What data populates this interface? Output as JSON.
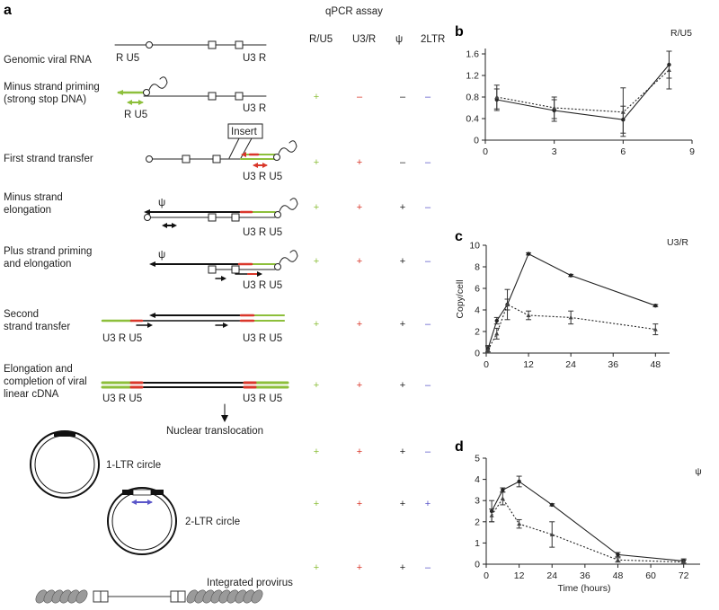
{
  "panel_a": {
    "label": "a",
    "header": "qPCR assay",
    "assay_columns": [
      {
        "label": "R/U5",
        "color": "#8dbf3b"
      },
      {
        "label": "U3/R",
        "color": "#d9372a"
      },
      {
        "label": "ψ",
        "color": "#222222"
      },
      {
        "label": "2LTR",
        "color": "#5a56c9"
      }
    ],
    "steps": [
      {
        "label_lines": [
          "Genomic viral RNA"
        ],
        "marks": [
          "",
          "",
          "",
          ""
        ]
      },
      {
        "label_lines": [
          "Minus strand priming",
          "(strong stop DNA)"
        ],
        "marks": [
          "+",
          "–",
          "–",
          "–"
        ]
      },
      {
        "label_lines": [
          "First strand transfer"
        ],
        "marks": [
          "+",
          "+",
          "–",
          "–"
        ]
      },
      {
        "label_lines": [
          "Minus strand",
          "elongation"
        ],
        "marks": [
          "+",
          "+",
          "+",
          "–"
        ]
      },
      {
        "label_lines": [
          "Plus strand priming",
          "and elongation"
        ],
        "marks": [
          "+",
          "+",
          "+",
          "–"
        ]
      },
      {
        "label_lines": [
          "Second",
          "strand transfer"
        ],
        "marks": [
          "+",
          "+",
          "+",
          "–"
        ]
      },
      {
        "label_lines": [
          "Elongation and",
          "completion of viral",
          "linear cDNA"
        ],
        "marks": [
          "+",
          "+",
          "+",
          "–"
        ]
      },
      {
        "label_lines": [],
        "marks": [
          "+",
          "+",
          "+",
          "–"
        ]
      },
      {
        "label_lines": [],
        "marks": [
          "+",
          "+",
          "+",
          "+"
        ]
      },
      {
        "label_lines": [],
        "marks": [
          "+",
          "+",
          "+",
          "–"
        ]
      }
    ],
    "diagram_text": {
      "r_u5": "R  U5",
      "u3_r": "U3 R",
      "u3_r_u5": "U3 R U5",
      "insert": "Insert",
      "psi": "ψ",
      "nuclear_translocation": "Nuclear translocation",
      "one_ltr_circle": "1-LTR circle",
      "two_ltr_circle": "2-LTR circle",
      "integrated_provirus": "Integrated provirus"
    }
  },
  "chart_data": [
    {
      "panel": "b",
      "type": "line",
      "title": "R/U5",
      "xlabel": "",
      "ylabel": "",
      "xlim": [
        0,
        9
      ],
      "ylim": [
        0,
        1.7
      ],
      "xticks": [
        0,
        3,
        6,
        9
      ],
      "yticks": [
        0,
        0.4,
        0.8,
        1.2,
        1.6
      ],
      "series": [
        {
          "style": "solid",
          "x": [
            0.5,
            3,
            6,
            8
          ],
          "y": [
            0.75,
            0.55,
            0.38,
            1.4
          ],
          "err": [
            0.2,
            0.2,
            0.25,
            0.25
          ]
        },
        {
          "style": "dotted",
          "x": [
            0.5,
            3,
            6,
            8
          ],
          "y": [
            0.8,
            0.6,
            0.52,
            1.3
          ],
          "err": [
            0.22,
            0.2,
            0.45,
            0.35
          ]
        }
      ]
    },
    {
      "panel": "c",
      "type": "line",
      "title": "U3/R",
      "xlabel": "",
      "ylabel": "Copy/cell",
      "xlim": [
        0,
        52
      ],
      "ylim": [
        0,
        10
      ],
      "xticks": [
        0,
        12,
        24,
        36,
        48
      ],
      "yticks": [
        0,
        2,
        4,
        6,
        8,
        10
      ],
      "series": [
        {
          "style": "solid",
          "x": [
            0.5,
            3,
            6,
            12,
            24,
            48
          ],
          "y": [
            0.4,
            3.0,
            4.5,
            9.2,
            7.2,
            4.4
          ],
          "err": [
            0.3,
            0.3,
            0.5,
            0.1,
            0.1,
            0.1
          ]
        },
        {
          "style": "dotted",
          "x": [
            0.5,
            3,
            6,
            12,
            24,
            48
          ],
          "y": [
            0.3,
            1.8,
            4.5,
            3.5,
            3.3,
            2.2
          ],
          "err": [
            0.3,
            0.5,
            1.4,
            0.4,
            0.6,
            0.5
          ]
        }
      ]
    },
    {
      "panel": "d",
      "type": "line",
      "title": "ψ",
      "xlabel": "Time (hours)",
      "ylabel": "",
      "xlim": [
        0,
        78
      ],
      "ylim": [
        0,
        5
      ],
      "xticks": [
        0,
        12,
        24,
        36,
        48,
        60,
        72
      ],
      "yticks": [
        0,
        1,
        2,
        3,
        4,
        5
      ],
      "series": [
        {
          "style": "solid",
          "x": [
            2,
            6,
            12,
            24,
            48,
            72
          ],
          "y": [
            2.5,
            3.5,
            3.9,
            2.8,
            0.45,
            0.15
          ],
          "err": [
            0.5,
            0.1,
            0.25,
            0.05,
            0.1,
            0.1
          ]
        },
        {
          "style": "dotted",
          "x": [
            2,
            6,
            12,
            24,
            48,
            72
          ],
          "y": [
            2.3,
            3.1,
            1.9,
            1.4,
            0.2,
            0.1
          ],
          "err": [
            0.3,
            0.3,
            0.2,
            0.6,
            0.1,
            0.1
          ]
        }
      ]
    }
  ]
}
